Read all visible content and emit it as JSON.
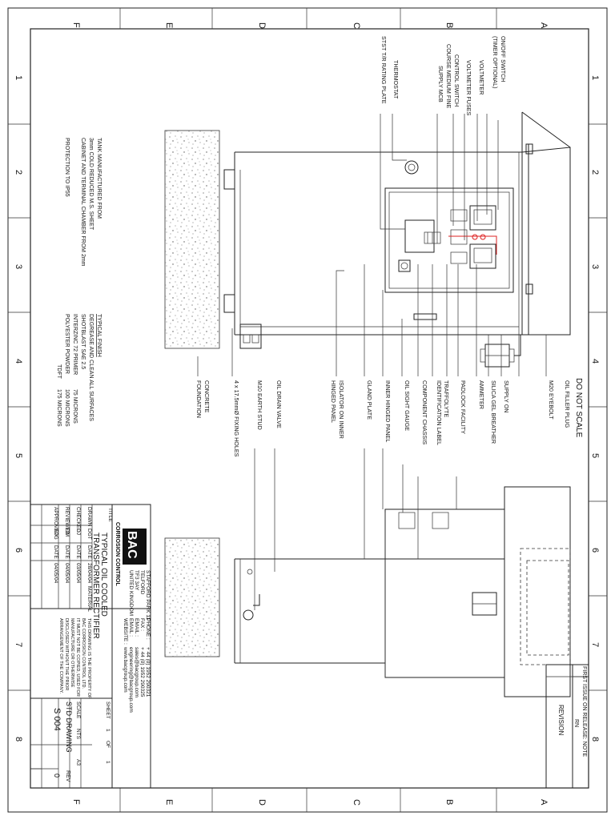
{
  "border": {
    "top_letters": [
      "F",
      "E",
      "D",
      "C",
      "B",
      "A"
    ],
    "bottom_letters": [
      "F",
      "E",
      "D",
      "C",
      "B",
      "A"
    ],
    "left_numbers": [
      "1",
      "2",
      "3",
      "4",
      "5",
      "6",
      "7",
      "8"
    ],
    "right_numbers": [
      "1",
      "2",
      "3",
      "4",
      "5",
      "6",
      "7",
      "8"
    ]
  },
  "component_labels": [
    "ON/OFF SWITCH",
    "(TIMER OPTIONAL)",
    "VOLTMETER",
    "VOLTMETER FUSES",
    "CONTROL SWITCH",
    "COURSE MEDIUM FINE",
    "SUPPLY MCB",
    "THERMOSTAT",
    "STST T/R RATING PLATE",
    "OIL FILLER PLUG",
    "M20 EYEBOLT",
    "SUPPLY ON",
    "SILICA GEL BREATHER",
    "AMMETER",
    "PADLOCK FACILITY",
    "TRAFFOLYTE",
    "IDENTIFICATION LABEL",
    "COMPONENT CHASSIS",
    "OIL SIGHT GAUGE",
    "INNER HINGED PANEL",
    "GLAND PLATE",
    "ISOLATOR ON INNER",
    "HINGED PANEL",
    "OIL DRAIN VALVE",
    "M10 EARTH STUD",
    "4 x 17.5mmØ FIXING HOLES",
    "CONCRETE",
    "FOUNDATION"
  ],
  "do_not_scale": "DO NOT SCALE",
  "tank_note": [
    "TANK MANUFACTURED FROM",
    "3mm COLD REDUCED M.S. SHEET",
    "CABINET AND TERMINAL CHAMBER FROM 2mm",
    "",
    "PROTECTION TO IP55"
  ],
  "finish": {
    "heading": "TYPICAL FINISH",
    "lines": [
      {
        "text": "DEGREASE AND CLEAN ALL SURFACES",
        "value": ""
      },
      {
        "text": "SHOTBLAST SAE 2.5",
        "value": ""
      },
      {
        "text": "INTERZINC 72 PRIMER",
        "value": "75 MICRONS"
      },
      {
        "text": "POLYESTER POWDER",
        "value": "100 MICRONS"
      },
      {
        "text": "TDFT",
        "value": "175 MICRONS"
      }
    ]
  },
  "revision": {
    "header": "REVISION",
    "rn_label": "RN",
    "entry": "FIRST ISSUE ON RELEASE: NOTE"
  },
  "title_block": {
    "logo": "BAC",
    "logo_sub": "CORROSION CONTROL",
    "address": [
      "STAFFORD PARK 11",
      "TELFORD",
      "TF3 3AY",
      "UNITED KINGDOM"
    ],
    "contact_labels": [
      "PHONE :",
      "FAX :",
      "EMAIL :",
      "EMAIL :",
      "WEBSITE :"
    ],
    "contact_values": [
      "+ 44 (0) 1952 290321",
      "+ 44 (0) 1952 290325",
      "sales@bacgroup.com",
      "engineering@bacgroup.com",
      "www.bacgroup.com"
    ],
    "title_label": "TITLE",
    "title_lines": [
      "TYPICAL OIL COOLED",
      "TRANSFORMER RECTIFIER"
    ],
    "material_label": "MATERIAL",
    "drawn": {
      "label": "DRAWN",
      "name": "DGT",
      "date_label": "DATE",
      "date": "28/04/04"
    },
    "checked": {
      "label": "CHECKED",
      "name": "DJ",
      "date_label": "DATE",
      "date": "03/05/04"
    },
    "reviewed": {
      "label": "REVIEWED",
      "name": "DM",
      "date_label": "DATE",
      "date": "04/05/04"
    },
    "approved": {
      "label": "APPROVED",
      "name": "APG",
      "date_label": "DATE",
      "date": "04/05/04"
    },
    "property_note": [
      "THIS DRAWING IS THE PROPERTY OF",
      "BAC CORROSION CONTROL LTD.",
      "IT MUST NOT BE COPIED, USED FOR",
      "MANUFACTURE OR OTHERWISE",
      "DISCLOSED WITHOUT THE PRIOR",
      "ARRANGEMENT OF THE COMPANY."
    ],
    "sheet_label": "SHEET",
    "sheet_value": "1",
    "of_label": "OF",
    "of_value": "1",
    "scale_label": "SCALE",
    "scale_value": "NTS",
    "size_value": "A3",
    "std_drawing": "STD DRAWING",
    "drawing_no": "S 004",
    "rev_label": "REV",
    "rev_value": "0"
  },
  "colors": {
    "line": "#222222",
    "accent_red": "#dd2222",
    "paper": "#ffffff"
  }
}
